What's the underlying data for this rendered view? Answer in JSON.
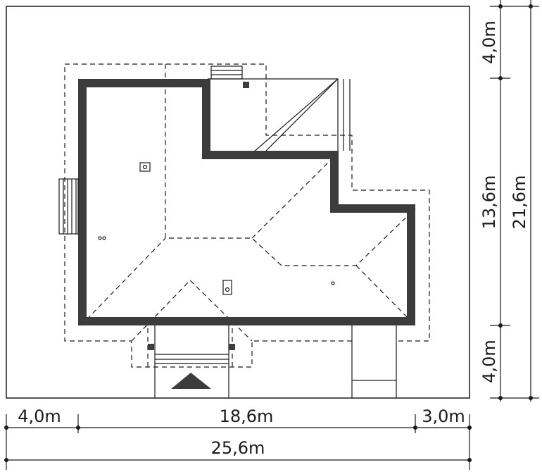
{
  "site_plan": {
    "dimensions": {
      "horizontal_segments": [
        "4,0m",
        "18,6m",
        "3,0m"
      ],
      "horizontal_total": "25,6m",
      "vertical_segments": [
        "4,0m",
        "13,6m",
        "4,0m"
      ],
      "vertical_total": "21,6m"
    },
    "colors": {
      "wall": "#3c3c3c",
      "line": "#1a1a1a",
      "background": "#ffffff"
    }
  }
}
